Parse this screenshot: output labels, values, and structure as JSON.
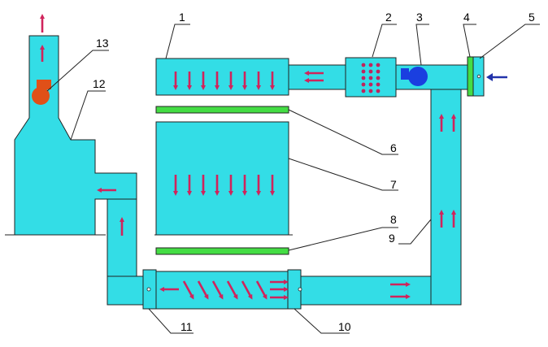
{
  "labels": [
    "1",
    "2",
    "3",
    "4",
    "5",
    "6",
    "7",
    "8",
    "9",
    "10",
    "11",
    "12",
    "13"
  ],
  "colors": {
    "duct": "#33dde6",
    "outline": "#222222",
    "green_plate": "#44dd44",
    "arrow_red": "#d0245c",
    "arrow_inlet": "#2233aa",
    "fan_blue": "#1a3fe0",
    "fan_orange": "#e05018",
    "dots": "#c0245c"
  },
  "icons": {
    "stack_fan": "centrifugal-fan-icon",
    "inlet_fan": "centrifugal-fan-icon",
    "heater": "dot-grid-icon",
    "flow": "arrow-icon"
  }
}
